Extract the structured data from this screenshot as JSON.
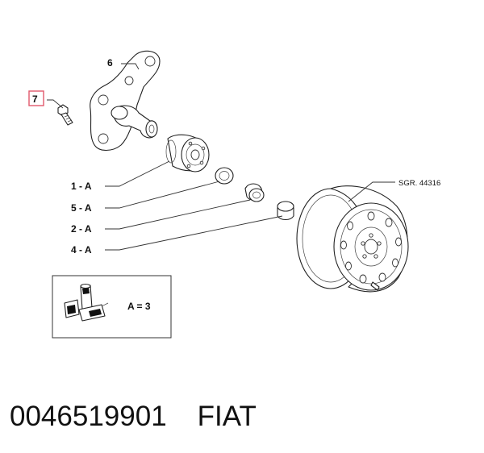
{
  "callouts": {
    "knuckle": "6",
    "bolt": "7",
    "hub": "1 - A",
    "seal": "5 - A",
    "bearing_small": "2 - A",
    "cap": "4 - A"
  },
  "reference": "SGR. 44316",
  "legend": {
    "text": "A = 3"
  },
  "footer": {
    "part_number": "0046519901",
    "brand": "FIAT"
  },
  "colors": {
    "highlight_box": "#e0586b",
    "lines": "#333333"
  }
}
